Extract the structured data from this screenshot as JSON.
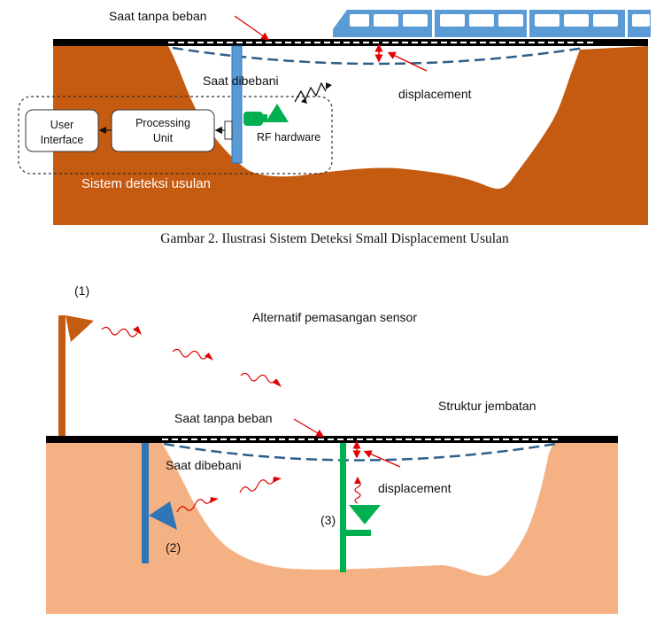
{
  "figure1": {
    "label_no_load": "Saat tanpa beban",
    "label_loaded": "Saat dibebani",
    "label_displacement": "displacement",
    "box_user_interface": [
      "User",
      "Interface"
    ],
    "box_processing_unit": [
      "Processing",
      "Unit"
    ],
    "label_rf_hardware": "RF hardware",
    "label_system": "Sistem deteksi usulan",
    "caption": "Gambar 2. Ilustrasi Sistem Deteksi Small Displacement Usulan"
  },
  "figure2": {
    "label_alternatives": "Alternatif pemasangan sensor",
    "label_structure": "Struktur jembatan",
    "label_no_load": "Saat tanpa beban",
    "label_loaded": "Saat dibebani",
    "label_displacement": "displacement",
    "sensor_1": "(1)",
    "sensor_2": "(2)",
    "sensor_3": "(3)"
  },
  "colors": {
    "soil_dark": "#c55a11",
    "soil_light": "#f4b183",
    "sensor_orange": "#c55a11",
    "sensor_blue": "#2e75b6",
    "sensor_green": "#00b050",
    "train_blue": "#5b9bd5",
    "deck": "#000000",
    "deflection": "#2e5f8a",
    "signal_red": "#e00000"
  }
}
